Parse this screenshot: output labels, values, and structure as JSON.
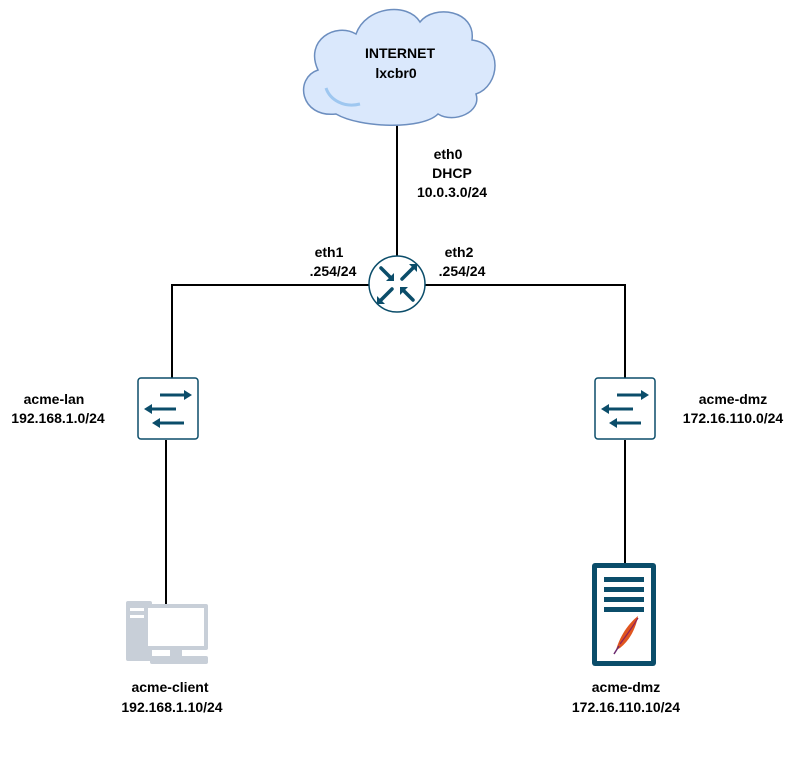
{
  "colors": {
    "cloud_fill": "#dae8fc",
    "cloud_accent": "#9ec7f0",
    "cloud_stroke": "#6c8ebf",
    "device_fill": "#ffffff",
    "device_stroke": "#0b4d6a",
    "arrow_color": "#0b4d6a",
    "server_body": "#0b4d6a",
    "computer_color": "#c8cfd8",
    "line_color": "#000000"
  },
  "cloud": {
    "icon": "cloud-icon",
    "title": "INTERNET",
    "subtitle": "lxcbr0"
  },
  "uplink": {
    "interface": "eth0",
    "mode": "DHCP",
    "network": "10.0.3.0/24"
  },
  "router": {
    "icon": "router-icon",
    "left_interface": {
      "name": "eth1",
      "address": ".254/24"
    },
    "right_interface": {
      "name": "eth2",
      "address": ".254/24"
    }
  },
  "switches": [
    {
      "icon": "switch-icon",
      "name": "acme-lan",
      "network": "192.168.1.0/24"
    },
    {
      "icon": "switch-icon",
      "name": "acme-dmz",
      "network": "172.16.110.0/24"
    }
  ],
  "hosts": [
    {
      "icon": "computer-icon",
      "name": "acme-client",
      "address": "192.168.1.10/24"
    },
    {
      "icon": "server-icon",
      "name": "acme-dmz",
      "address": "172.16.110.10/24"
    }
  ]
}
